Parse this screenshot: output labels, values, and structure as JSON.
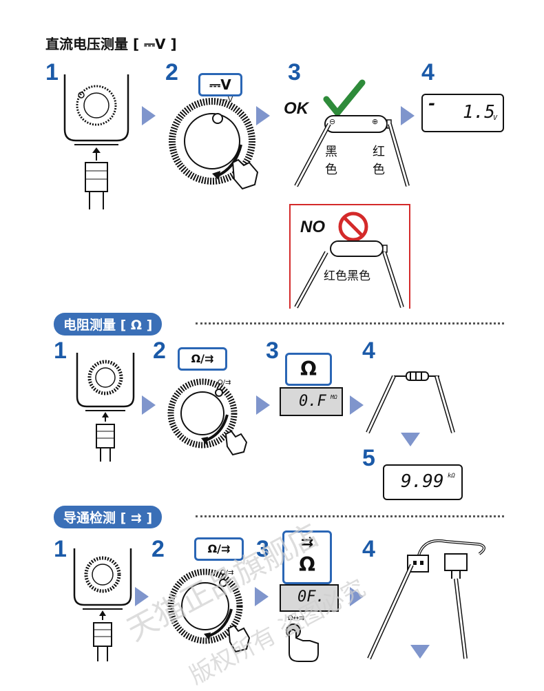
{
  "sections": {
    "dc": {
      "title": "直流电压测量 [ ⎓V ]",
      "steps": [
        "1",
        "2",
        "3",
        "4"
      ],
      "callout": "⎓V",
      "dial_mark": "⎓V",
      "ok": "OK",
      "black": [
        "黑",
        "色"
      ],
      "red": [
        "红",
        "色"
      ],
      "display_sign": "-",
      "display_value": "1.5",
      "display_unit": "V",
      "no": "NO",
      "wrong_labels": "红色黑色",
      "minus": "⊖",
      "plus": "⊕"
    },
    "resistance": {
      "title": "电阻测量 [ Ω ]",
      "steps": [
        "1",
        "2",
        "3",
        "4",
        "5"
      ],
      "callout": "Ω/⇉",
      "dial_mark": "Ω/⇉",
      "mode_symbol": "Ω",
      "display_value": "0.F",
      "display_unit": "MΩ",
      "result_value": "9.99",
      "result_unit": "kΩ"
    },
    "continuity": {
      "title": "导通检测 [ ⇉ ]",
      "steps": [
        "1",
        "2",
        "3",
        "4"
      ],
      "callout": "Ω/⇉",
      "dial_mark": "Ω/⇉",
      "mode_top": "⇉",
      "mode_symbol": "Ω",
      "display_value": "0F.",
      "button_label": "Ω↔⇉"
    }
  },
  "watermark": {
    "line1": "天猫正品旗舰店",
    "line2": "版权所有 盗图必究"
  },
  "colors": {
    "accent": "#3a6fb7",
    "number": "#1b5aa8",
    "arrow": "#7f95cc",
    "ok_check": "#2e8b3a",
    "no_red": "#d42a2a"
  }
}
